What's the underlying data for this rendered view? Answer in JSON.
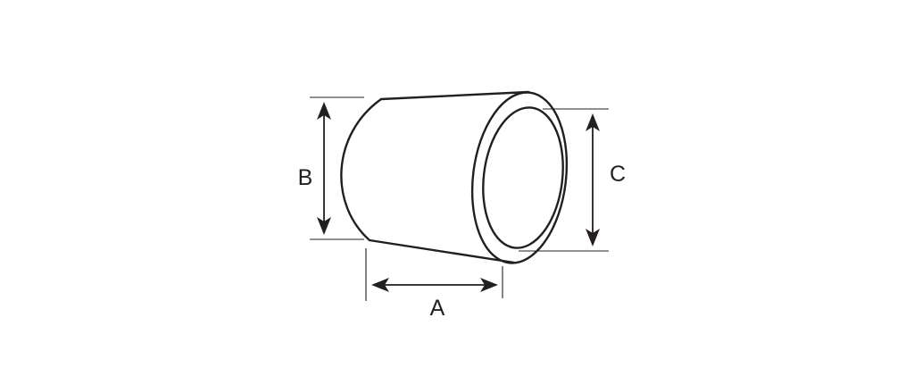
{
  "diagram": {
    "labels": {
      "a": "A",
      "b": "B",
      "c": "C"
    },
    "colors": {
      "line": "#231f20",
      "background": "#ffffff"
    }
  }
}
